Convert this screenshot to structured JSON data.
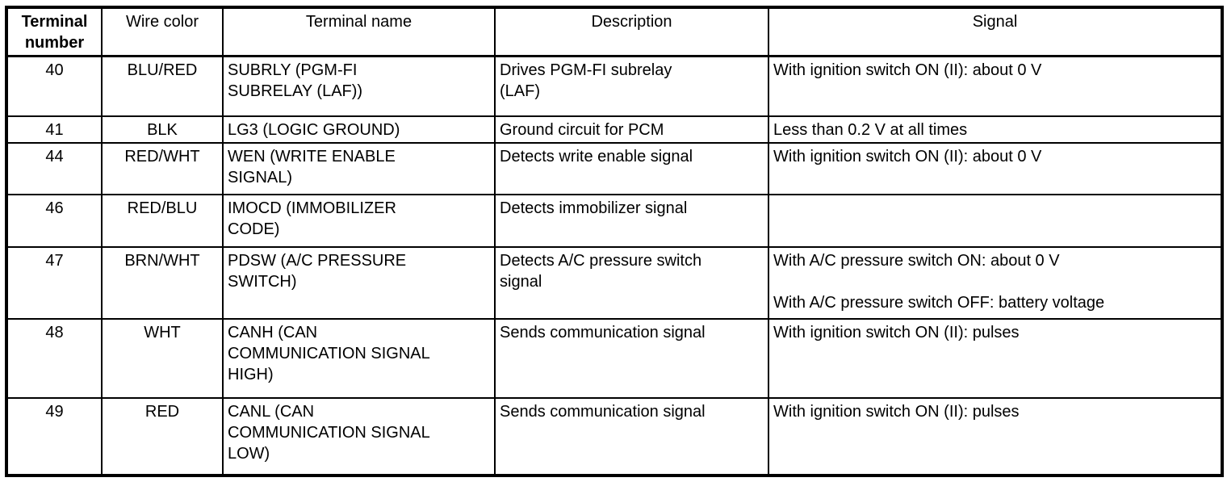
{
  "table": {
    "headers": {
      "terminal_number": "Terminal\nnumber",
      "wire_color": "Wire color",
      "terminal_name": "Terminal name",
      "description": "Description",
      "signal": "Signal"
    },
    "rows": [
      {
        "terminal_number": "40",
        "wire_color": "BLU/RED",
        "terminal_name": "SUBRLY (PGM-FI\nSUBRELAY (LAF))",
        "description": "Drives PGM-FI subrelay\n(LAF)",
        "signal": "With ignition switch ON (II): about 0 V"
      },
      {
        "terminal_number": "41",
        "wire_color": "BLK",
        "terminal_name": "LG3 (LOGIC GROUND)",
        "description": "Ground circuit for PCM",
        "signal": "Less than 0.2 V at all times"
      },
      {
        "terminal_number": "44",
        "wire_color": "RED/WHT",
        "terminal_name": "WEN (WRITE ENABLE\nSIGNAL)",
        "description": "Detects write enable signal",
        "signal": "With ignition switch ON (II): about 0 V"
      },
      {
        "terminal_number": "46",
        "wire_color": "RED/BLU",
        "terminal_name": "IMOCD (IMMOBILIZER\nCODE)",
        "description": "Detects immobilizer signal",
        "signal": ""
      },
      {
        "terminal_number": "47",
        "wire_color": "BRN/WHT",
        "terminal_name": "PDSW (A/C PRESSURE\nSWITCH)",
        "description": "Detects A/C pressure switch\nsignal",
        "signal": "With A/C pressure switch ON: about 0 V\n\nWith A/C pressure switch OFF: battery voltage"
      },
      {
        "terminal_number": "48",
        "wire_color": "WHT",
        "terminal_name": "CANH (CAN\nCOMMUNICATION SIGNAL\nHIGH)",
        "description": "Sends communication signal",
        "signal": "With ignition switch ON (II): pulses"
      },
      {
        "terminal_number": "49",
        "wire_color": "RED",
        "terminal_name": "CANL (CAN\nCOMMUNICATION SIGNAL\nLOW)",
        "description": "Sends communication signal",
        "signal": "With ignition switch ON (II): pulses"
      }
    ]
  },
  "colors": {
    "border": "#000000",
    "text": "#000000",
    "background": "#ffffff"
  }
}
